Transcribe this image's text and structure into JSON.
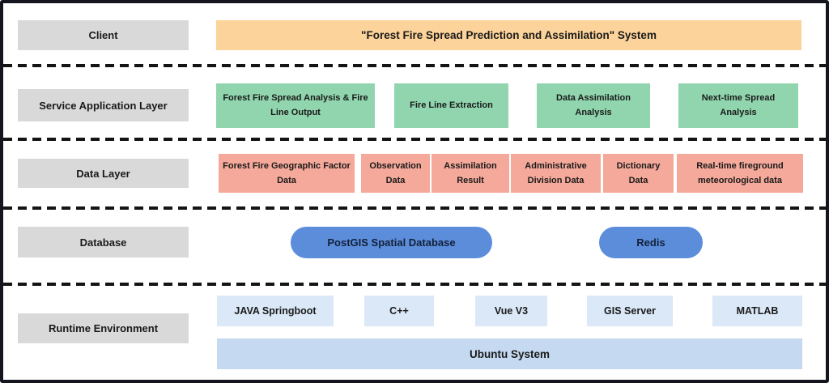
{
  "colors": {
    "border": "#151520",
    "separator": "#141414",
    "label_bg": "#d9d9d9",
    "client_bg": "#fcd39a",
    "service_bg": "#90d5ae",
    "data_bg": "#f5a99a",
    "database_bg": "#5b8dda",
    "runtime_bg": "#dbe8f7",
    "os_bg": "#c5d9f1",
    "text": "#1a1a1a"
  },
  "layers": {
    "client": {
      "label": "Client",
      "system": "\"Forest Fire Spread Prediction and Assimilation\" System"
    },
    "service": {
      "label": "Service Application Layer",
      "items": [
        "Forest Fire Spread Analysis & Fire Line Output",
        "Fire Line Extraction",
        "Data Assimilation Analysis",
        "Next-time Spread Analysis"
      ]
    },
    "data": {
      "label": "Data Layer",
      "items": [
        "Forest Fire Geographic Factor Data",
        "Observation Data",
        "Assimilation Result",
        "Administrative Division Data",
        "Dictionary Data",
        "Real-time fireground meteorological data"
      ]
    },
    "database": {
      "label": "Database",
      "items": [
        "PostGIS Spatial Database",
        "Redis"
      ]
    },
    "runtime": {
      "label": "Runtime Environment",
      "items": [
        "JAVA Springboot",
        "C++",
        "Vue V3",
        "GIS Server",
        "MATLAB"
      ],
      "os": "Ubuntu System"
    }
  }
}
